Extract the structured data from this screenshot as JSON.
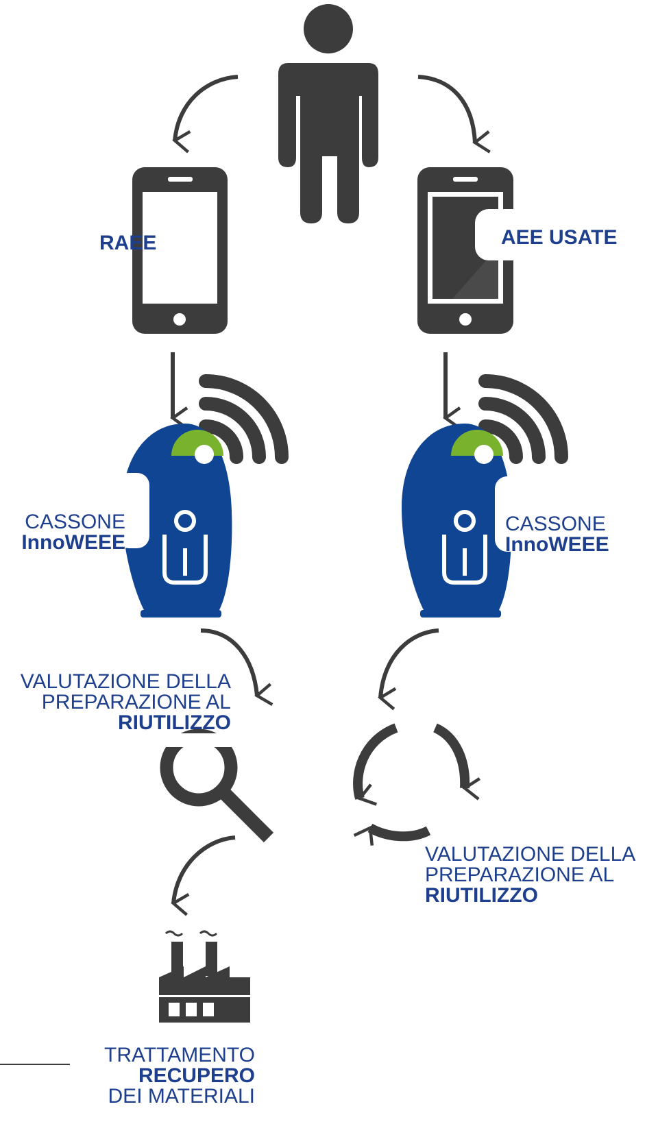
{
  "colors": {
    "icon": "#3c3c3c",
    "brand_blue": "#0f4592",
    "brand_green": "#79b22c",
    "text_blue": "#1e3f8e"
  },
  "icons": [
    "person-icon",
    "smartphone-icon",
    "wifi-signal-icon",
    "innoweee-bin-icon",
    "magnifier-icon",
    "recycle-cycle-icon",
    "factory-icon",
    "curved-arrow-icon",
    "down-arrow-icon"
  ],
  "labels": {
    "raee": "RAEE",
    "aee_usate": "AEE USATE",
    "bin_left": {
      "line1": "CASSONE",
      "line2": "InnoWEEE"
    },
    "bin_right": {
      "line1": "CASSONE",
      "line2": "InnoWEEE"
    },
    "eval_left": {
      "line1": "VALUTAZIONE DELLA",
      "line2": "PREPARAZIONE AL",
      "line3": "RIUTILIZZO"
    },
    "eval_right": {
      "line1": "VALUTAZIONE DELLA",
      "line2": "PREPARAZIONE AL",
      "line3": "RIUTILIZZO"
    },
    "treatment": {
      "line1": "TRATTAMENTO",
      "line2": "RECUPERO",
      "line3": "DEI MATERIALI"
    }
  }
}
